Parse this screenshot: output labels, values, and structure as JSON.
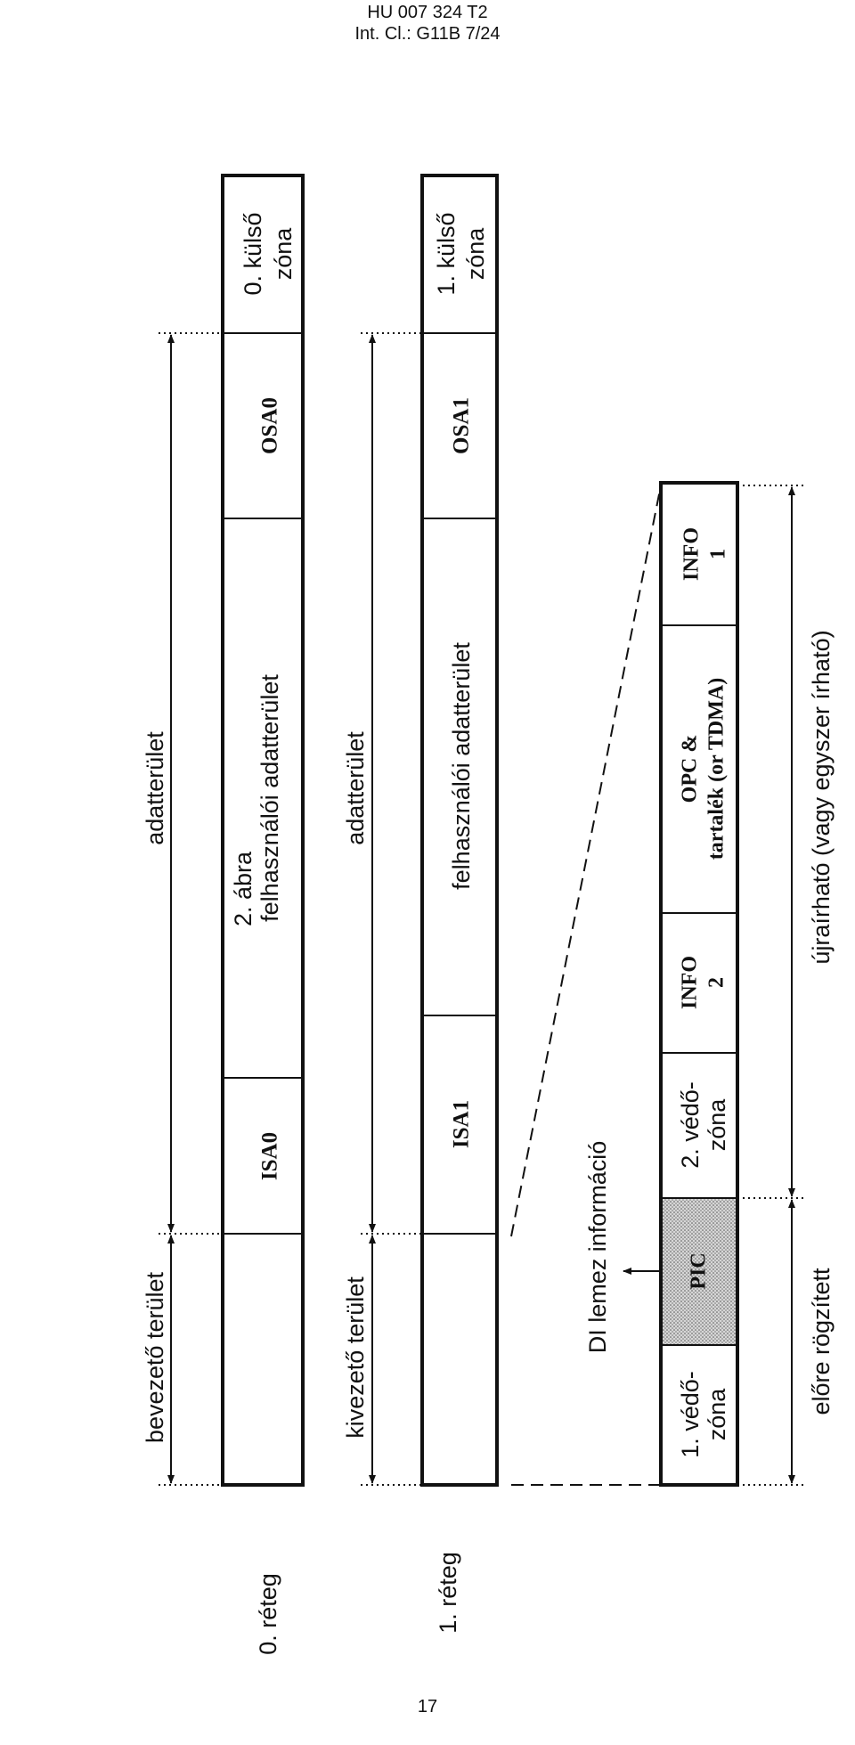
{
  "header": {
    "doc_number": "HU 007 324 T2",
    "classification": "Int. Cl.: G11B 7/24"
  },
  "figure_title": "2. ábra",
  "page_number": "17",
  "layer0": {
    "label": "0. réteg",
    "leadin": "bevezető terület",
    "data_area": "adatterület",
    "isa": "ISA0",
    "user_area": "felhasználói adatterület",
    "osa": "OSA0",
    "outer_zone_1": "0. külső",
    "outer_zone_2": "zóna"
  },
  "layer1": {
    "label": "1. réteg",
    "leadout": "kivezető terület",
    "data_area": "adatterület",
    "isa": "ISA1",
    "user_area": "felhasználói adatterület",
    "osa": "OSA1",
    "outer_zone_1": "1. külső",
    "outer_zone_2": "zóna"
  },
  "detail": {
    "guard1_1": "1. védő-",
    "guard1_2": "zóna",
    "pic": "PIC",
    "guard2_1": "2. védő-",
    "guard2_2": "zóna",
    "info2_1": "INFO",
    "info2_2": "2",
    "opc_1": "OPC &",
    "opc_2": "tartalék (or TDMA)",
    "info1_1": "INFO",
    "info1_2": "1",
    "di_info": "DI lemez információ",
    "prerecorded": "előre rögzített",
    "rewritable": "újraírható (vagy egyszer írható)"
  },
  "colors": {
    "ink": "#111111",
    "pic_fill": "#cfcfcf",
    "paper": "#ffffff"
  }
}
